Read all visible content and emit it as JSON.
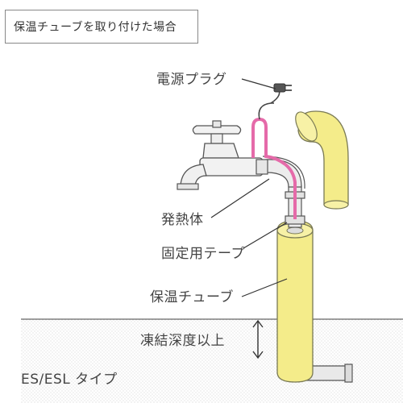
{
  "caption": "保温チューブを取り付けた場合",
  "labels": {
    "plug": "電源プラグ",
    "heater": "発熱体",
    "tape": "固定用テープ",
    "tube": "保温チューブ",
    "depth": "凍結深度以上",
    "type": "ES/ESL タイプ"
  },
  "colors": {
    "insulation": "#f4ec8a",
    "insulation_outline": "#7a7a55",
    "heater_cable": "#e56aa9",
    "ground_dots": "#c8c8c8",
    "line": "#444444"
  }
}
